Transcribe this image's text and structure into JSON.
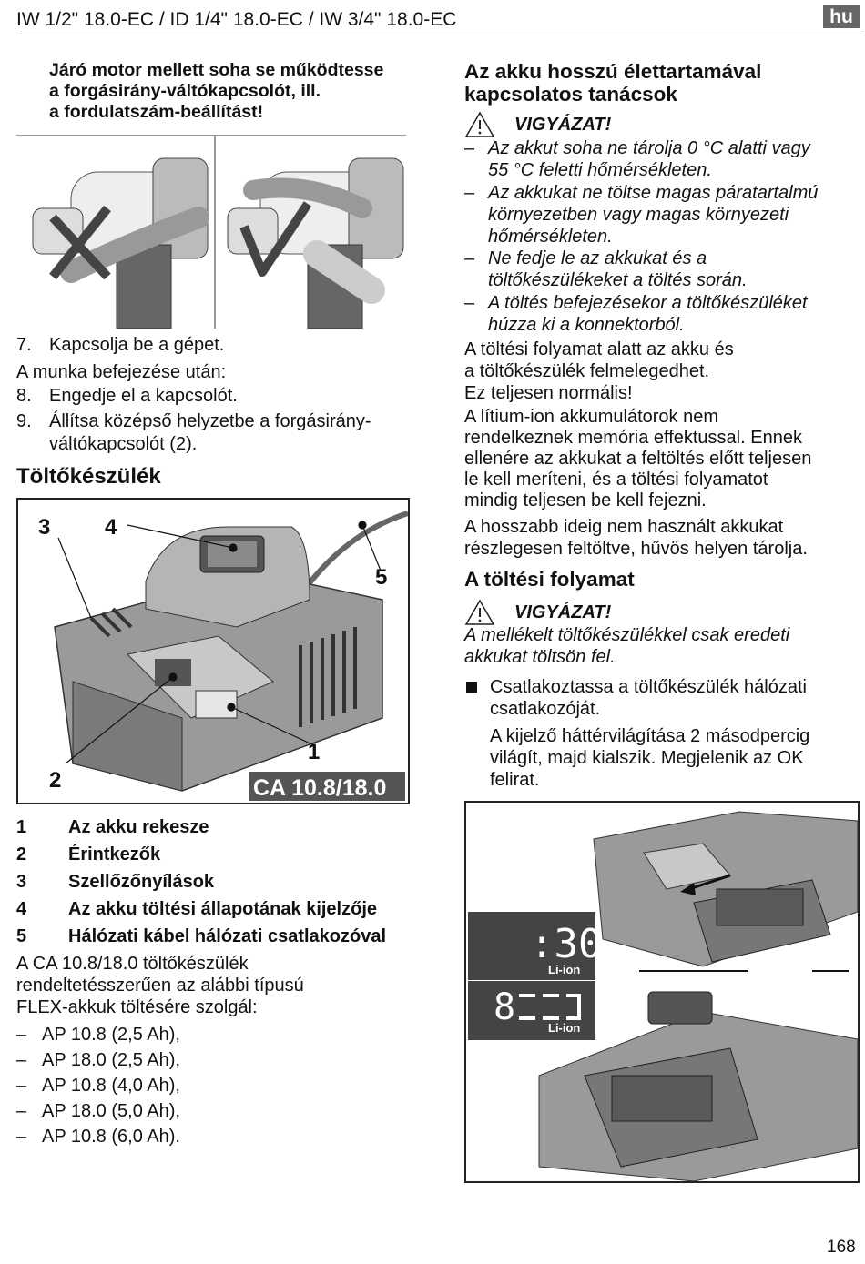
{
  "header": {
    "title": "IW 1/2\" 18.0-EC / ID 1/4\" 18.0-EC / IW 3/4\" 18.0-EC",
    "lang": "hu"
  },
  "left": {
    "warning_lines": [
      "Járó motor mellett soha se működtesse",
      "a forgásirány-váltókapcsolót, ill.",
      "a fordulatszám-beállítást!"
    ],
    "steps_a": [
      {
        "num": "7.",
        "text": "Kapcsolja be a gépet."
      }
    ],
    "after_work": "A munka befejezése után:",
    "steps_b": [
      {
        "num": "8.",
        "text": "Engedje el a kapcsolót."
      },
      {
        "num": "9.",
        "text": "Állítsa középső helyzetbe a forgásirány-"
      },
      {
        "num": "",
        "text": "váltókapcsolót (2)."
      }
    ],
    "section_title": "Töltőkészülék",
    "charger_model": "CA 10.8/18.0",
    "callouts": [
      "1",
      "2",
      "3",
      "4",
      "5"
    ],
    "legend": [
      {
        "num": "1",
        "text": "Az akku rekesze"
      },
      {
        "num": "2",
        "text": "Érintkezők"
      },
      {
        "num": "3",
        "text": "Szellőzőnyílások"
      },
      {
        "num": "4",
        "text": "Az akku töltési állapotának kijelzője"
      },
      {
        "num": "5",
        "text": "Hálózati kábel hálózati csatlakozóval"
      }
    ],
    "intro_lines": [
      "A CA 10.8/18.0 töltőkészülék",
      "rendeltetésszerűen az alábbi típusú",
      "FLEX-akkuk töltésére szolgál:"
    ],
    "battery_types": [
      "AP 10.8 (2,5 Ah),",
      "AP 18.0 (2,5 Ah),",
      "AP 10.8 (4,0 Ah),",
      "AP 18.0 (5,0 Ah),",
      "AP 10.8 (6,0 Ah)."
    ]
  },
  "right": {
    "title_lines": [
      "Az akku hosszú élettartamával",
      "kapcsolatos tanácsok"
    ],
    "caution": "VIGYÁZAT!",
    "tips": [
      [
        "Az akkut soha ne tárolja 0 °C alatti vagy",
        "55 °C feletti hőmérsékleten."
      ],
      [
        "Az akkukat ne töltse magas páratartalmú",
        "környezetben vagy magas környezeti",
        "hőmérsékleten."
      ],
      [
        "Ne fedje le az akkukat és a",
        "töltőkészülékeket a töltés során."
      ],
      [
        "A töltés befejezésekor a töltőkészüléket",
        "húzza ki a konnektorból."
      ]
    ],
    "para1": [
      "A töltési folyamat alatt az akku és",
      "a töltőkészülék felmelegedhet.",
      "Ez teljesen normális!"
    ],
    "para2": [
      "A lítium-ion akkumulátorok nem",
      "rendelkeznek memória effektussal. Ennek",
      "ellenére az akkukat a feltöltés előtt teljesen",
      "le kell meríteni, és a töltési folyamatot",
      "mindig teljesen be kell fejezni."
    ],
    "para3": [
      "A hosszabb ideig nem használt akkukat",
      "részlegesen feltöltve, hűvös helyen tárolja."
    ],
    "charging_title": "A töltési folyamat",
    "caution2": "VIGYÁZAT!",
    "caution2_lines": [
      "A mellékelt töltőkészülékkel csak eredeti",
      "akkukat töltsön fel."
    ],
    "bullet_lines": [
      "Csatlakoztassa a töltőkészülék hálózati",
      "csatlakozóját."
    ],
    "bullet_sub": [
      "A kijelző háttérvilágítása 2 másodpercig",
      "világít, majd kialszik. Megjelenik az OK",
      "felirat."
    ],
    "display_top": ":30",
    "display_bottom": "8",
    "display_label": "Li-ion"
  },
  "page_number": "168"
}
